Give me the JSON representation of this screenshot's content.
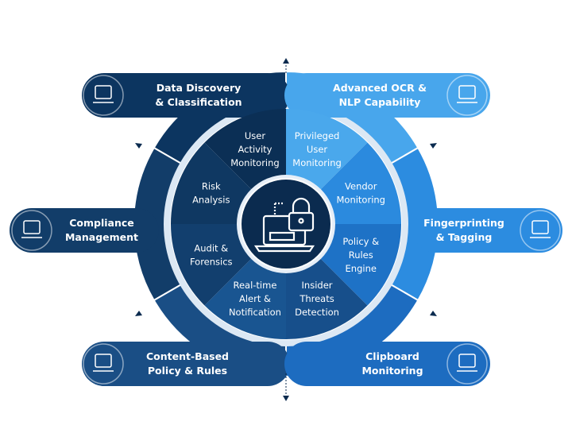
{
  "outer": [
    {
      "label": [
        "Data Discovery",
        "& Classification"
      ],
      "icon": "server-network-icon",
      "color": "#0c3560"
    },
    {
      "label": [
        "Advanced OCR &",
        "NLP Capability"
      ],
      "icon": "ai-person-icon",
      "color": "#48a6ec"
    },
    {
      "label": [
        "Compliance",
        "Management"
      ],
      "icon": "gears-person-icon",
      "color": "#123d69"
    },
    {
      "label": [
        "Fingerprinting",
        "& Tagging"
      ],
      "icon": "fingerprint-icon",
      "color": "#2c8ce0"
    },
    {
      "label": [
        "Content-Based",
        "Policy & Rules"
      ],
      "icon": "documents-icon",
      "color": "#1a4e85"
    },
    {
      "label": [
        "Clipboard",
        "Monitoring"
      ],
      "icon": "monitor-mail-icon",
      "color": "#1d6cc0"
    }
  ],
  "inner": [
    {
      "label": [
        "User",
        "Activity",
        "Monitoring"
      ],
      "color": "#0b2f55"
    },
    {
      "label": [
        "Privileged",
        "User",
        "Monitoring"
      ],
      "color": "#4aa8ec"
    },
    {
      "label": [
        "Vendor",
        "Monitoring"
      ],
      "color": "#2b8ade"
    },
    {
      "label": [
        "Policy &",
        "Rules",
        "Engine"
      ],
      "color": "#1e72c6"
    },
    {
      "label": [
        "Insider",
        "Threats",
        "Detection"
      ],
      "color": "#174f8b"
    },
    {
      "label": [
        "Real-time",
        "Alert &",
        "Notification"
      ],
      "color": "#195591"
    },
    {
      "label": [
        "Audit &",
        "Forensics"
      ],
      "color": "#123f6e"
    },
    {
      "label": [
        "Risk",
        "Analysis"
      ],
      "color": "#0f3862"
    }
  ],
  "center": {
    "icon": "laptop-lock-icon",
    "color": "#0b2b4f"
  }
}
